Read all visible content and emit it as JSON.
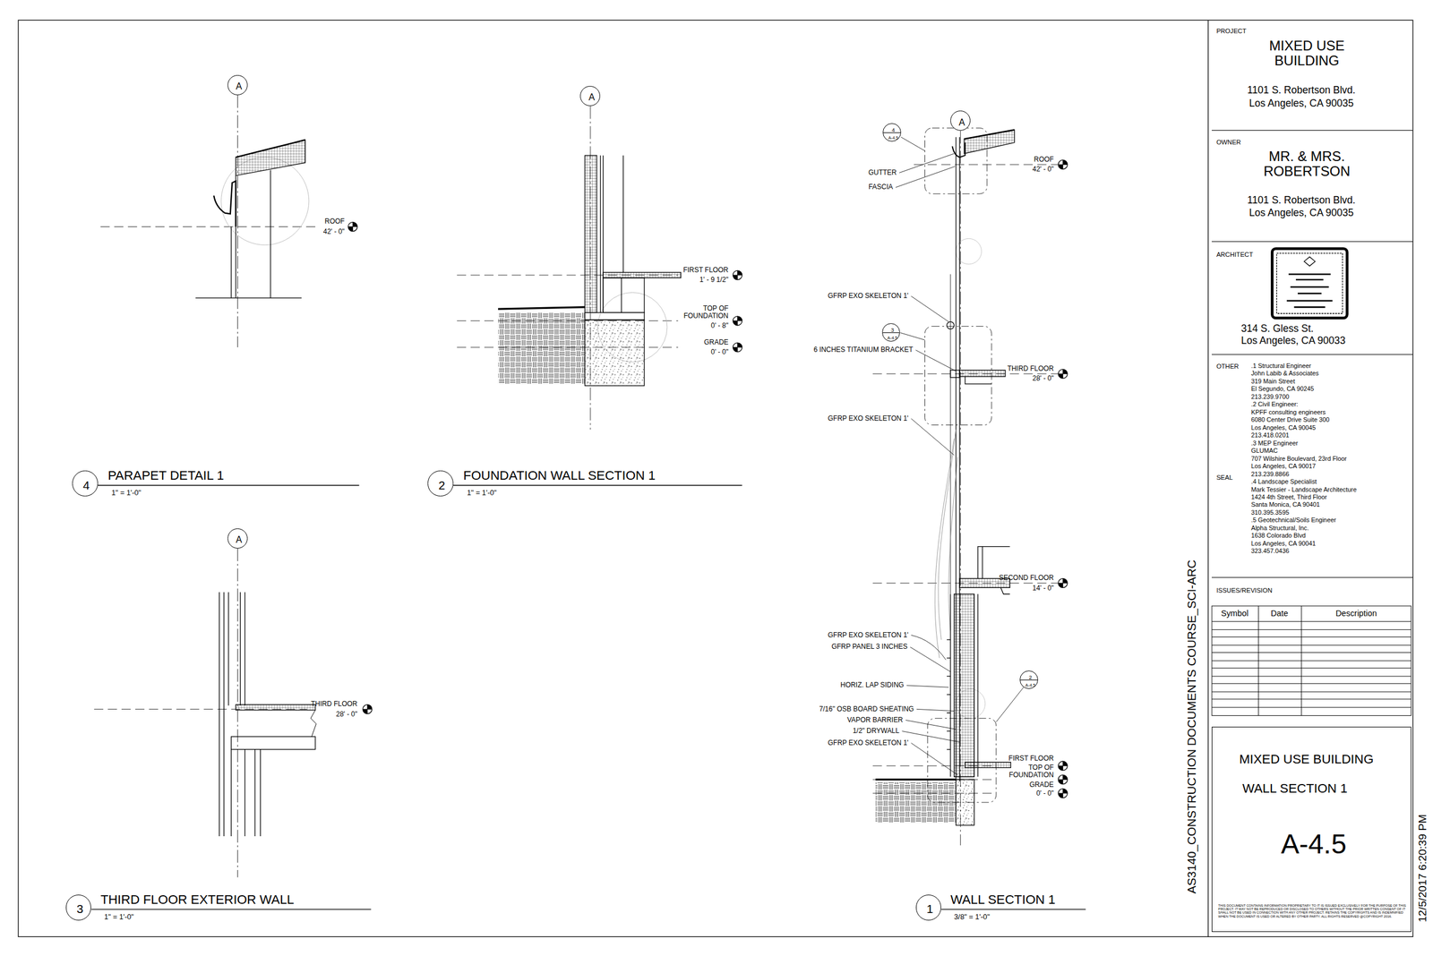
{
  "diagram": {
    "nodes": [
      {
        "text": [
          "A"
        ]
      },
      {
        "text": [
          "A"
        ]
      },
      {
        "text": [
          "A"
        ]
      },
      {
        "text": [
          "4",
          "A-4.5"
        ]
      },
      {
        "text": [
          "3",
          "A-4.5"
        ]
      },
      {
        "text": [
          "2",
          "A-4.5"
        ]
      },
      {
        "text": [
          "4"
        ]
      },
      {
        "text": [
          "2"
        ]
      },
      {
        "text": [
          "A"
        ]
      },
      {
        "text": [
          "3"
        ]
      },
      {
        "text": [
          "1"
        ]
      },
      {
        "text": [
          "PROJECT",
          "MIXED USE BUILDING",
          "1101 S. Robertson Blvd.",
          "Los Angeles, CA 90035"
        ]
      },
      {
        "text": [
          "OWNER",
          "MR. & MRS. ROBERTSON",
          "1101 S. Robertson Blvd.",
          "Los Angeles, CA 90035"
        ]
      },
      {
        "text": [
          "ARCHITECT",
          "314 S. Gless St.",
          "Los Angeles, CA 90033"
        ]
      },
      {
        "text": [
          "OTHER",
          ".1 Structural Engineer",
          "John Labib & Associates",
          "319 Main Street",
          "El Segundo, CA 90245",
          "213.239.9700",
          ".2 Civil Engineer:",
          "KPFF consulting engineers",
          "6080 Center Drive Suite 300",
          "Los Angeles, CA 90045",
          "213.418.0201",
          ".3 MEP Engineer",
          "GLUMAC",
          "707 Wilshire Boulevard, 23rd Floor",
          "Los Angeles, CA 90017",
          "213.239.8866",
          ".4 Landscape Specialist",
          "Mark Tessier - Landscape Architecture",
          "1424 4th Street, Third Floor",
          "Santa Monica, CA 90401",
          "310.395.3595",
          ".5 Geotechnical/Soils Engineer",
          "Alpha Structural, Inc.",
          "1638 Colorado Blvd",
          "Los Angeles, CA 90041",
          "323.457.0436",
          "SEAL"
        ]
      },
      {
        "text": [
          "ISSUES/REVISION"
        ]
      },
      {
        "text": [
          "MIXED USE BUILDING",
          "WALL SECTION 1",
          "A-4.5"
        ]
      }
    ],
    "labels": [
      "ROOF",
      "42' - 0\"",
      "FIRST FLOOR",
      "1' - 9 1/2\"",
      "TOP OF FOUNDATION",
      "0' - 8\"",
      "GRADE",
      "0' - 0\"",
      "PARAPET DETAIL 1",
      "1\" = 1'-0\"",
      "FOUNDATION WALL SECTION 1",
      "1\" = 1'-0\"",
      "THIRD FLOOR",
      "28' - 0\"",
      "THIRD FLOOR EXTERIOR WALL",
      "1\" = 1'-0\"",
      "ROOF",
      "42' - 0\"",
      "GUTTER",
      "FASCIA",
      "GFRP EXO SKELETON 1'",
      "6 INCHES TITANIUM BRACKET",
      "THIRD FLOOR",
      "28' - 0\"",
      "GFRP EXO SKELETON 1'",
      "SECOND FLOOR",
      "14' - 0\"",
      "GFRP EXO SKELETON 1'",
      "GFRP PANEL 3 INCHES",
      "HORIZ. LAP SIDING",
      "7/16\" OSB BOARD SHEATING",
      "VAPOR BARRIER",
      "1/2\" DRYWALL",
      "GFRP EXO SKELETON 1'",
      "FIRST FLOOR",
      "TOP OF FOUNDATION",
      "GRADE",
      "0' - 0\"",
      "WALL SECTION 1",
      "3/8\" = 1'-0\"",
      "AS3140_CONSTRUCTION DOCUMENTS COURSE_SCI-ARC",
      "12/5/2017 6:20:39 PM",
      "Symbol",
      "Date",
      "Description",
      "THIS DOCUMENT CONTAINS INFORMATION PROPRIETARY TO IT IS ISSUED EXCLUSIVELY FOR THE PURPOSE OF THIS PROJECT. IT MAY NOT BE REPRODUCED OR DISCLOSED TO OTHERS WITHOUT THE PRIOR WRITTEN CONSENT OF IT SHALL NOT BE USED IN CONNECTION WITH ANY OTHER PROJECT. RETAINS THE COPYRIGHTS AND IS INDEMNIFIED WHEN THE DOCUMENT IS USED OR ALTERED BY OTHER PARTY. ALL RIGHTS RESERVED @COPYRIGHT 2016."
    ]
  }
}
